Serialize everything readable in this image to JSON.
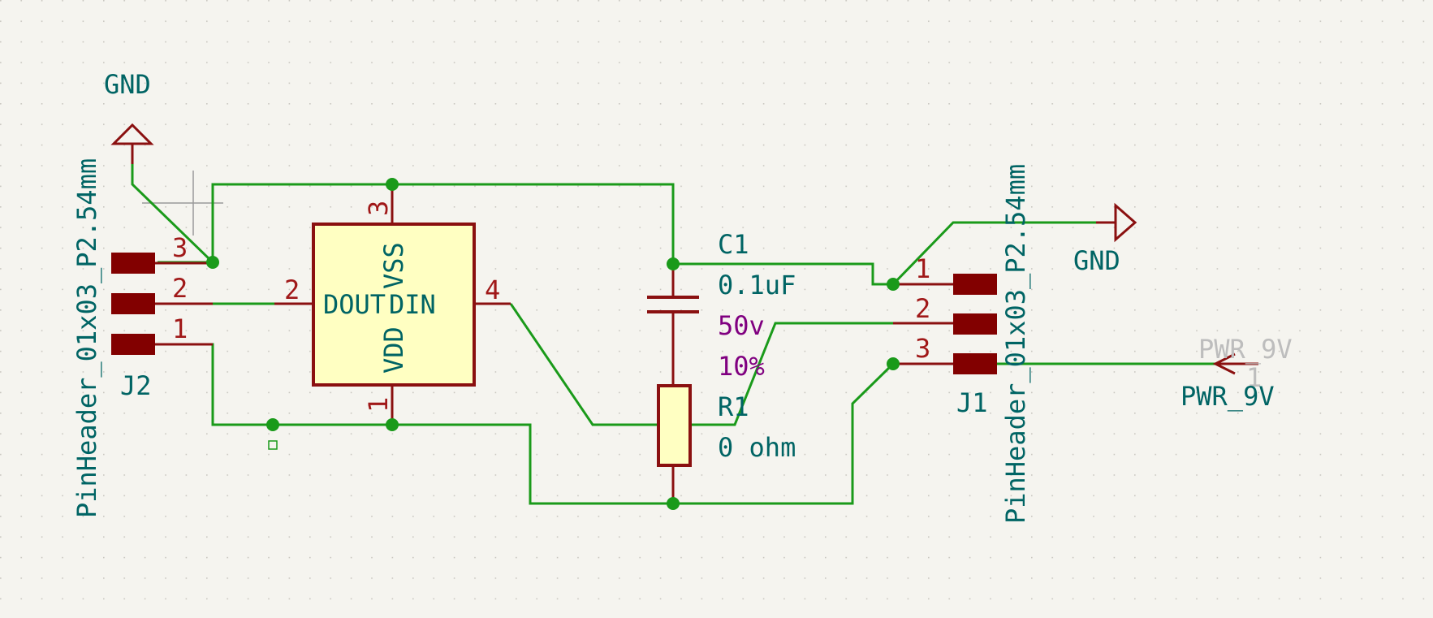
{
  "schematic": {
    "colors": {
      "background": "#f5f4ef",
      "wire": "#1a9a1a",
      "symbol_outline": "#8a1010",
      "symbol_fill": "#ffffc2",
      "reference_text": "#006464",
      "pin_number": "#a01818",
      "property_text": "#800080",
      "ghost_text": "#bdbdbd"
    },
    "icons": [
      "crosshair-cursor-icon",
      "gnd-symbol-icon",
      "power-flag-icon"
    ],
    "u1": {
      "pin_labels": [
        "DOUT",
        "DIN",
        "VDD",
        "VSS"
      ],
      "pin_numbers": [
        "1",
        "2",
        "3",
        "4"
      ]
    },
    "j2": {
      "ref": "J2",
      "footprint": "PinHeader_01x03_P2.54mm",
      "pin_numbers": [
        "1",
        "2",
        "3"
      ]
    },
    "j1": {
      "ref": "J1",
      "footprint": "PinHeader_01x03_P2.54mm",
      "pin_numbers": [
        "1",
        "2",
        "3"
      ]
    },
    "c1": {
      "ref": "C1",
      "value": "0.1uF",
      "voltage": "50v",
      "tolerance": "10%"
    },
    "r1": {
      "ref": "R1",
      "value": "0 ohm"
    },
    "gnd_left": {
      "label": "GND"
    },
    "gnd_right": {
      "label": "GND"
    },
    "pwr": {
      "label": "PWR_9V",
      "ghost_label": "PWR_9V",
      "ghost_pin": "1"
    }
  }
}
